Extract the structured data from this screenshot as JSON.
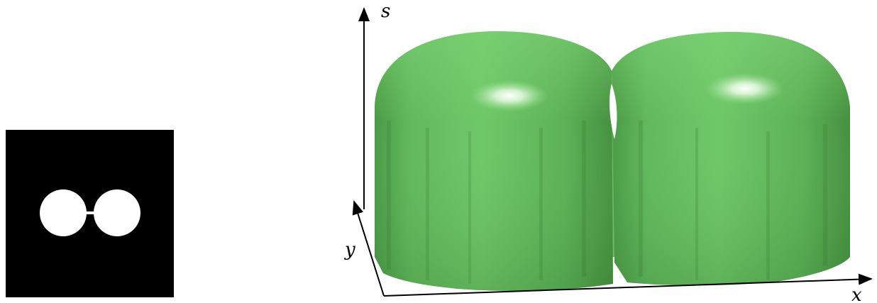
{
  "left_panel": {
    "description_visible": false,
    "background_color": "#000000",
    "shape_color": "#ffffff"
  },
  "right_panel": {
    "axes": {
      "x_label": "x",
      "y_label": "y",
      "s_label": "s"
    },
    "surface_color": "#63c063"
  }
}
